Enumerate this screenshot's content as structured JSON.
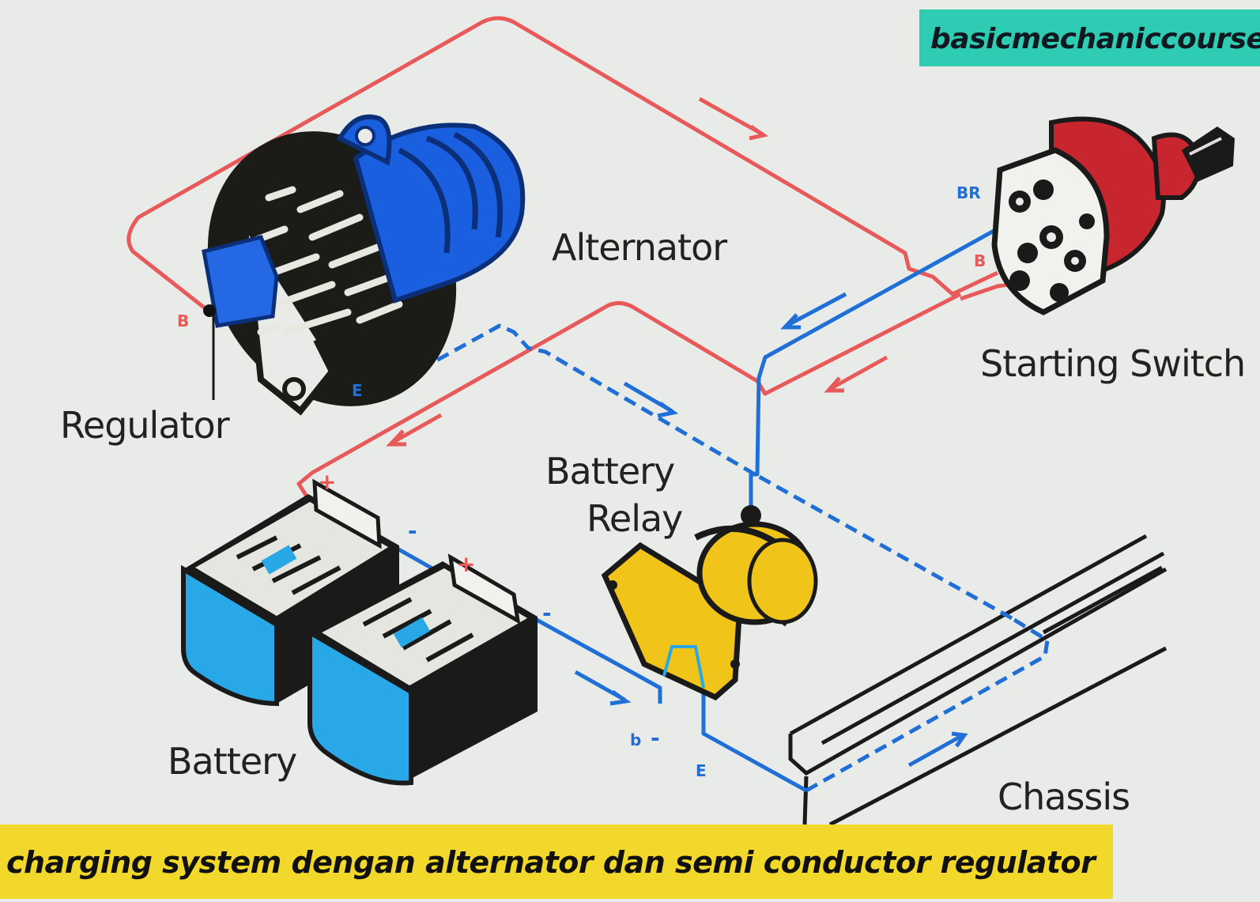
{
  "watermark": "basicmechaniccourse",
  "labels": {
    "alternator": "Alternator",
    "starting_switch": "Starting Switch",
    "regulator": "Regulator",
    "battery_relay_line1": "Battery",
    "battery_relay_line2": "Relay",
    "battery": "Battery",
    "chassis": "Chassis"
  },
  "terminals": {
    "alt_b": "B",
    "alt_e": "E",
    "switch_br": "BR",
    "switch_b": "B",
    "relay_b": "b",
    "relay_e": "E"
  },
  "polarity": {
    "plus": "+",
    "minus": "-"
  },
  "caption": "charging system dengan alternator dan semi conductor regulator",
  "colors": {
    "positive_wire": "#e85a5a",
    "negative_wire": "#1f6fd6",
    "alternator_body": "#1a5fe0",
    "switch_body": "#c8262e",
    "relay_body": "#f0c419",
    "battery_body": "#29a8e8"
  },
  "icons": [
    "alternator-icon",
    "starting-switch-icon",
    "battery-relay-icon",
    "battery-icon",
    "chassis-icon",
    "flow-arrow-icon"
  ]
}
